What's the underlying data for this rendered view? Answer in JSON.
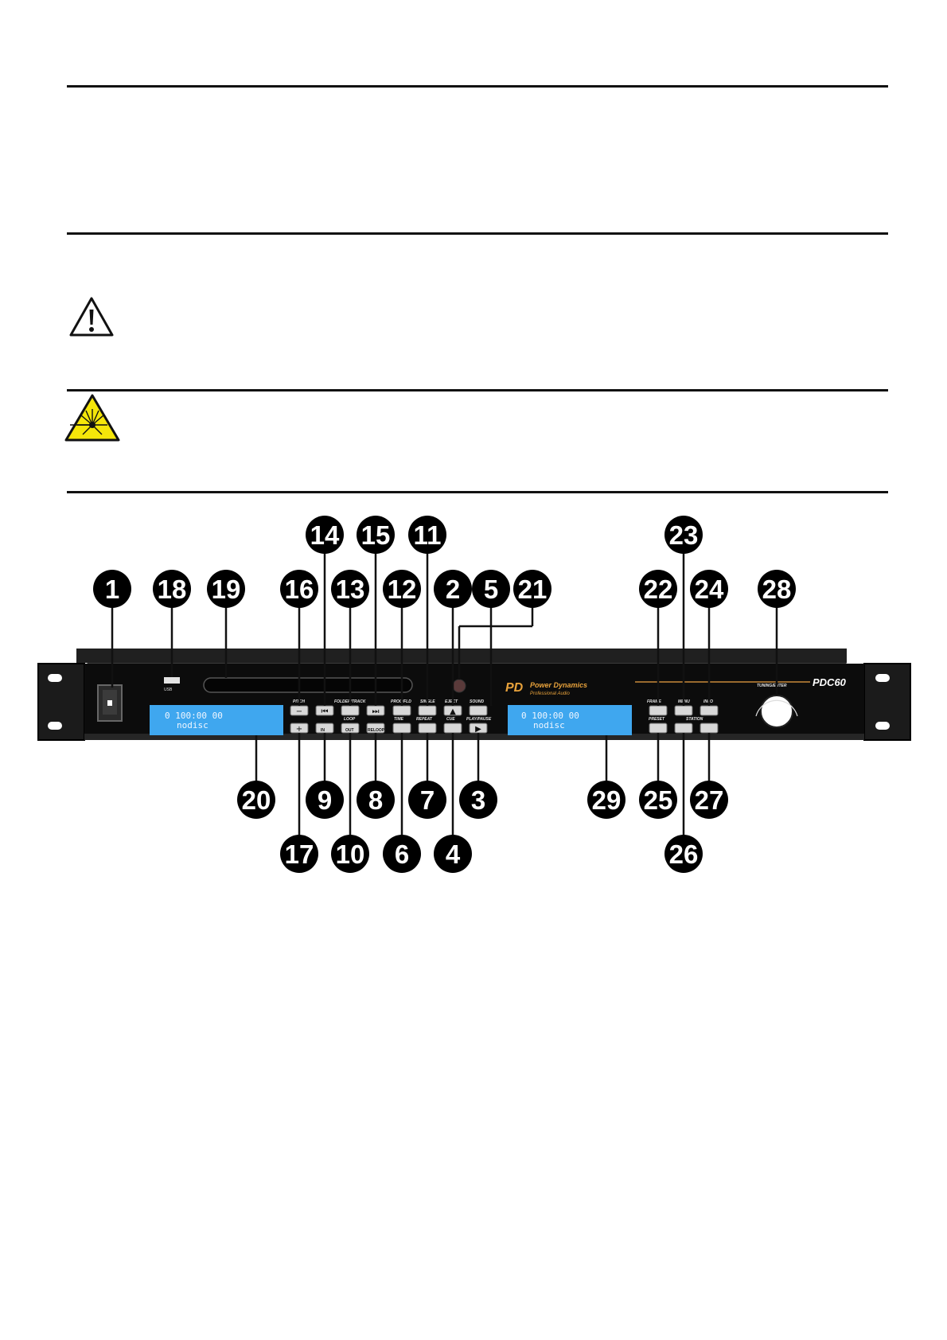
{
  "front_panel": {
    "model": "PDC60",
    "brand_logo": "PD",
    "brand_name": "Power Dynamics",
    "brand_subtitle": "Professional Audio",
    "usb_label": "USB",
    "display_left": {
      "line1": "0 100:00 00",
      "line2": "nodisc"
    },
    "display_right": {
      "line1": "0 100:00 00",
      "line2": "nodisc"
    },
    "button_labels": {
      "pitch": "PITCH",
      "folder_track": "FOLDER/TRACK",
      "prog_fld": "PROG/FLD",
      "single": "SINGLE",
      "eject": "EJECT",
      "sound": "SOUND",
      "loop": "LOOP",
      "time": "TIME",
      "repeat": "REPEAT",
      "cue": "CUE",
      "play_pause": "PLAY/PAUSE",
      "in": "IN",
      "out": "OUT",
      "reloop": "RELOOP",
      "frame": "FRAME",
      "menu": "MENU",
      "info": "INFO",
      "preset": "PRESET",
      "station": "STATION",
      "tuning_enter": "TUNING/ENTER"
    },
    "callouts": [
      "1",
      "2",
      "3",
      "4",
      "5",
      "6",
      "7",
      "8",
      "9",
      "10",
      "11",
      "12",
      "13",
      "14",
      "15",
      "16",
      "17",
      "18",
      "19",
      "20",
      "21",
      "22",
      "23",
      "24",
      "25",
      "26",
      "27",
      "28",
      "29"
    ]
  },
  "icons": {
    "caution": "warning-triangle-icon",
    "laser": "laser-warning-icon"
  },
  "colors": {
    "lcd_blue": "#3fa7ef",
    "brand_orange": "#e8a23b",
    "laser_yellow": "#f5e60a"
  }
}
